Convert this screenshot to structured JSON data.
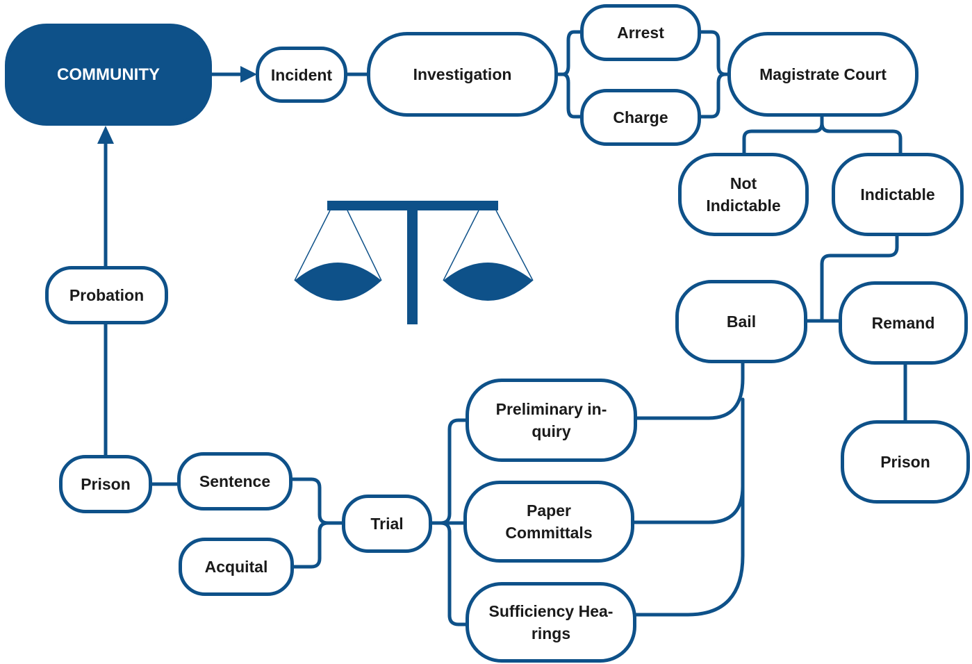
{
  "colors": {
    "primary": "#0e5189",
    "background": "#ffffff",
    "text": "#1a1a1a"
  },
  "nodes": {
    "community": "COMMUNITY",
    "incident": "Incident",
    "investigation": "Investigation",
    "arrest": "Arrest",
    "charge": "Charge",
    "magistrate_court": "Magistrate Court",
    "not_indictable": "Not\nIndictable",
    "indictable": "Indictable",
    "bail": "Bail",
    "remand": "Remand",
    "prison_remand": "Prison",
    "probation": "Probation",
    "prison": "Prison",
    "sentence": "Sentence",
    "acquital": "Acquital",
    "trial": "Trial",
    "preliminary_inquiry": "Preliminary in-\nquiry",
    "paper_committals": "Paper\nCommittals",
    "sufficiency_hearings": "Sufficiency Hea-\nrings"
  },
  "icons": {
    "scales": "scales-of-justice-icon"
  }
}
